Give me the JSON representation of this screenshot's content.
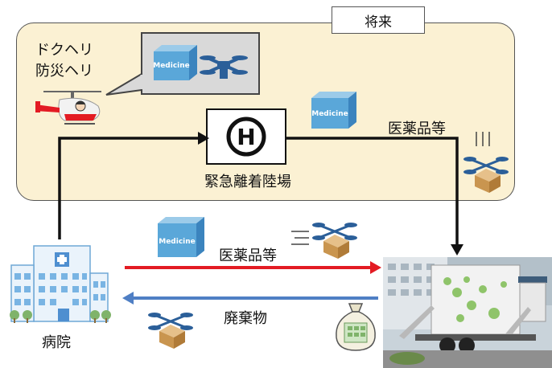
{
  "future_label": "将来",
  "heli_label_line1": "ドクヘリ",
  "heli_label_line2": "防災ヘリ",
  "helipad_label": "緊急離着陸場",
  "medicine_top_label": "医薬品等",
  "medicine_bottom_label": "医薬品等",
  "waste_label": "廃棄物",
  "hospital_label": "病院",
  "medicine_box_text": "Medicine",
  "helipad_symbol": "H",
  "colors": {
    "panel_bg": "#fbf1d3",
    "box_blue": "#5aa7d9",
    "red_arrow": "#e31b23",
    "blue_arrow": "#4f7fc4"
  }
}
